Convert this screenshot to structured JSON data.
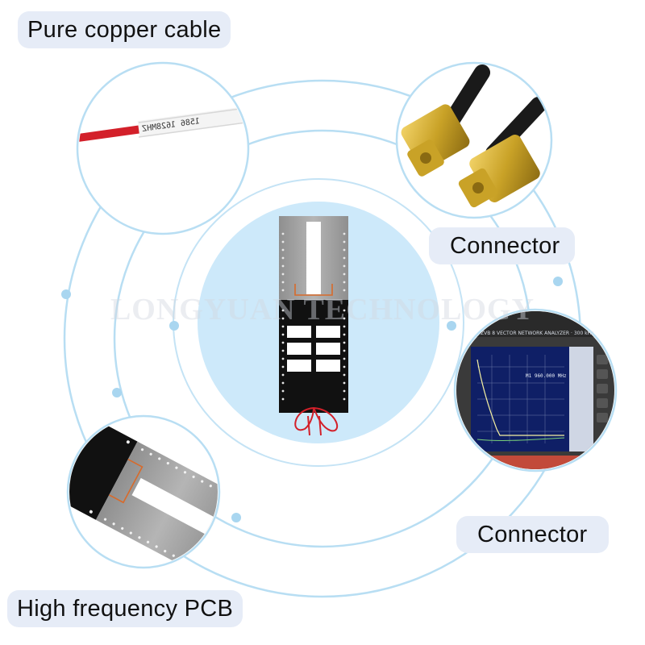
{
  "callouts": {
    "cable": "Pure copper cable",
    "connector_top": "Connector",
    "connector_bottom": "Connector",
    "pcb": "High frequency PCB"
  },
  "watermark": "LONGYUAN TECHNOLOGY",
  "cable_print": "1586 1628MHZ",
  "analyzer": {
    "header": "ZVB 8   VECTOR NETWORK ANALYZER · 300 kHz",
    "readout": "M1 960.000 MHz"
  },
  "colors": {
    "ring": "#a9d6f0",
    "dot": "#a9d6f0",
    "center_disc": "#cde9fa",
    "label_bg": "#e6ecf7",
    "pcb_black": "#111111",
    "pcb_silver": "#9c9c9c",
    "gold": "#c9a227",
    "cable_red": "#d3202a"
  },
  "icons": [
    "antenna-pcb-image",
    "cable-image",
    "sma-connector-image",
    "network-analyzer-image",
    "pcb-closeup-image"
  ]
}
